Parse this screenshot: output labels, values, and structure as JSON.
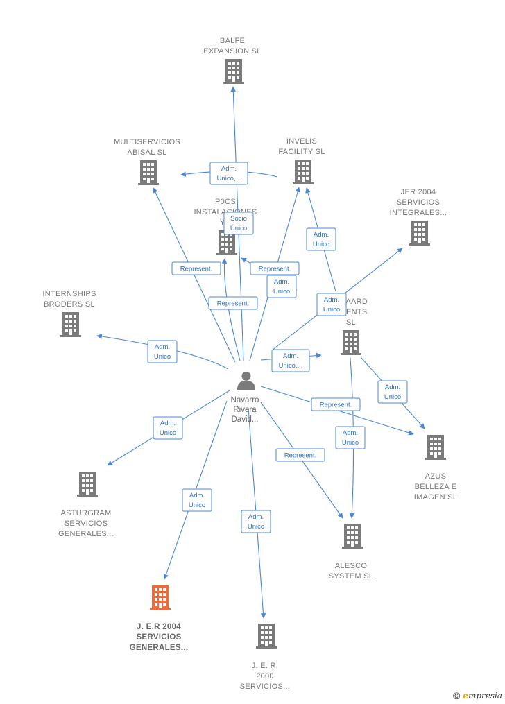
{
  "colors": {
    "edge": "#4a88d6",
    "building": "#7b7b7b",
    "highlight": "#ee6a3a",
    "person": "#7b7b7b"
  },
  "person": {
    "lines": [
      "Navarro",
      "Rivera",
      "David..."
    ]
  },
  "companies": [
    {
      "id": "balfe",
      "lines": [
        "BALFE",
        "EXPANSION  SL"
      ]
    },
    {
      "id": "multiservicios",
      "lines": [
        "MULTISERVICIOS",
        "ABISAL SL"
      ]
    },
    {
      "id": "invelis",
      "lines": [
        "INVELIS",
        "FACILITY  SL"
      ]
    },
    {
      "id": "pocs",
      "lines": [
        "P0CS",
        "INSTALACIONES",
        "Y..."
      ]
    },
    {
      "id": "jer2004",
      "lines": [
        "JER 2004",
        "SERVICIOS",
        "INTEGRALES..."
      ]
    },
    {
      "id": "internships",
      "lines": [
        "INTERNSHIPS",
        "BRODERS  SL"
      ]
    },
    {
      "id": "egaard",
      "lines": [
        "EGAARD",
        "TMENTS",
        "SL"
      ]
    },
    {
      "id": "azus",
      "lines": [
        "AZUS",
        "BELLEZA E",
        "IMAGEN  SL"
      ]
    },
    {
      "id": "asturgram",
      "lines": [
        "ASTURGRAM",
        "SERVICIOS",
        "GENERALES..."
      ]
    },
    {
      "id": "alesco",
      "lines": [
        "ALESCO",
        "SYSTEM SL"
      ]
    },
    {
      "id": "jer2004sg",
      "lines": [
        "J. E.R 2004",
        "SERVICIOS",
        "GENERALES..."
      ],
      "highlight": true
    },
    {
      "id": "jer2000",
      "lines": [
        "J.  E.  R.",
        "2000",
        "SERVICIOS..."
      ]
    }
  ],
  "edges": [
    {
      "target": "balfe",
      "label": [
        "Socio",
        "Único"
      ]
    },
    {
      "target": "multiservicios",
      "label": [
        "Represent."
      ]
    },
    {
      "target": "invelis",
      "label": [
        "Adm.",
        "Unico"
      ]
    },
    {
      "target": "invelis",
      "label": [
        "Adm.",
        "Unico"
      ]
    },
    {
      "target": "pocs",
      "label": [
        "Represent."
      ]
    },
    {
      "target": "pocs",
      "label": [
        "Represent."
      ]
    },
    {
      "target": "jer2004",
      "label": [
        "Adm.",
        "Unico"
      ]
    },
    {
      "target": "internships",
      "label": [
        "Adm.",
        "Unico"
      ]
    },
    {
      "target": "egaard",
      "label": [
        "Adm.",
        "Unico,..."
      ]
    },
    {
      "target": "azus",
      "label": [
        "Represent."
      ]
    },
    {
      "target": "asturgram",
      "label": [
        "Adm.",
        "Unico"
      ]
    },
    {
      "target": "alesco",
      "label": [
        "Represent."
      ]
    },
    {
      "target": "jer2004sg",
      "label": [
        "Adm.",
        "Unico"
      ]
    },
    {
      "target": "jer2000",
      "label": [
        "Adm.",
        "Unico"
      ]
    },
    {
      "target": "multiservicios",
      "label": [
        "Adm.",
        "Unico,..."
      ]
    },
    {
      "target": "azus",
      "label": [
        "Adm.",
        "Unico"
      ]
    },
    {
      "target": "alesco",
      "label": [
        "Adm.",
        "Unico"
      ]
    }
  ],
  "footer": {
    "copyright": "©",
    "brand_initial": "e",
    "brand_rest": "mpresia"
  }
}
